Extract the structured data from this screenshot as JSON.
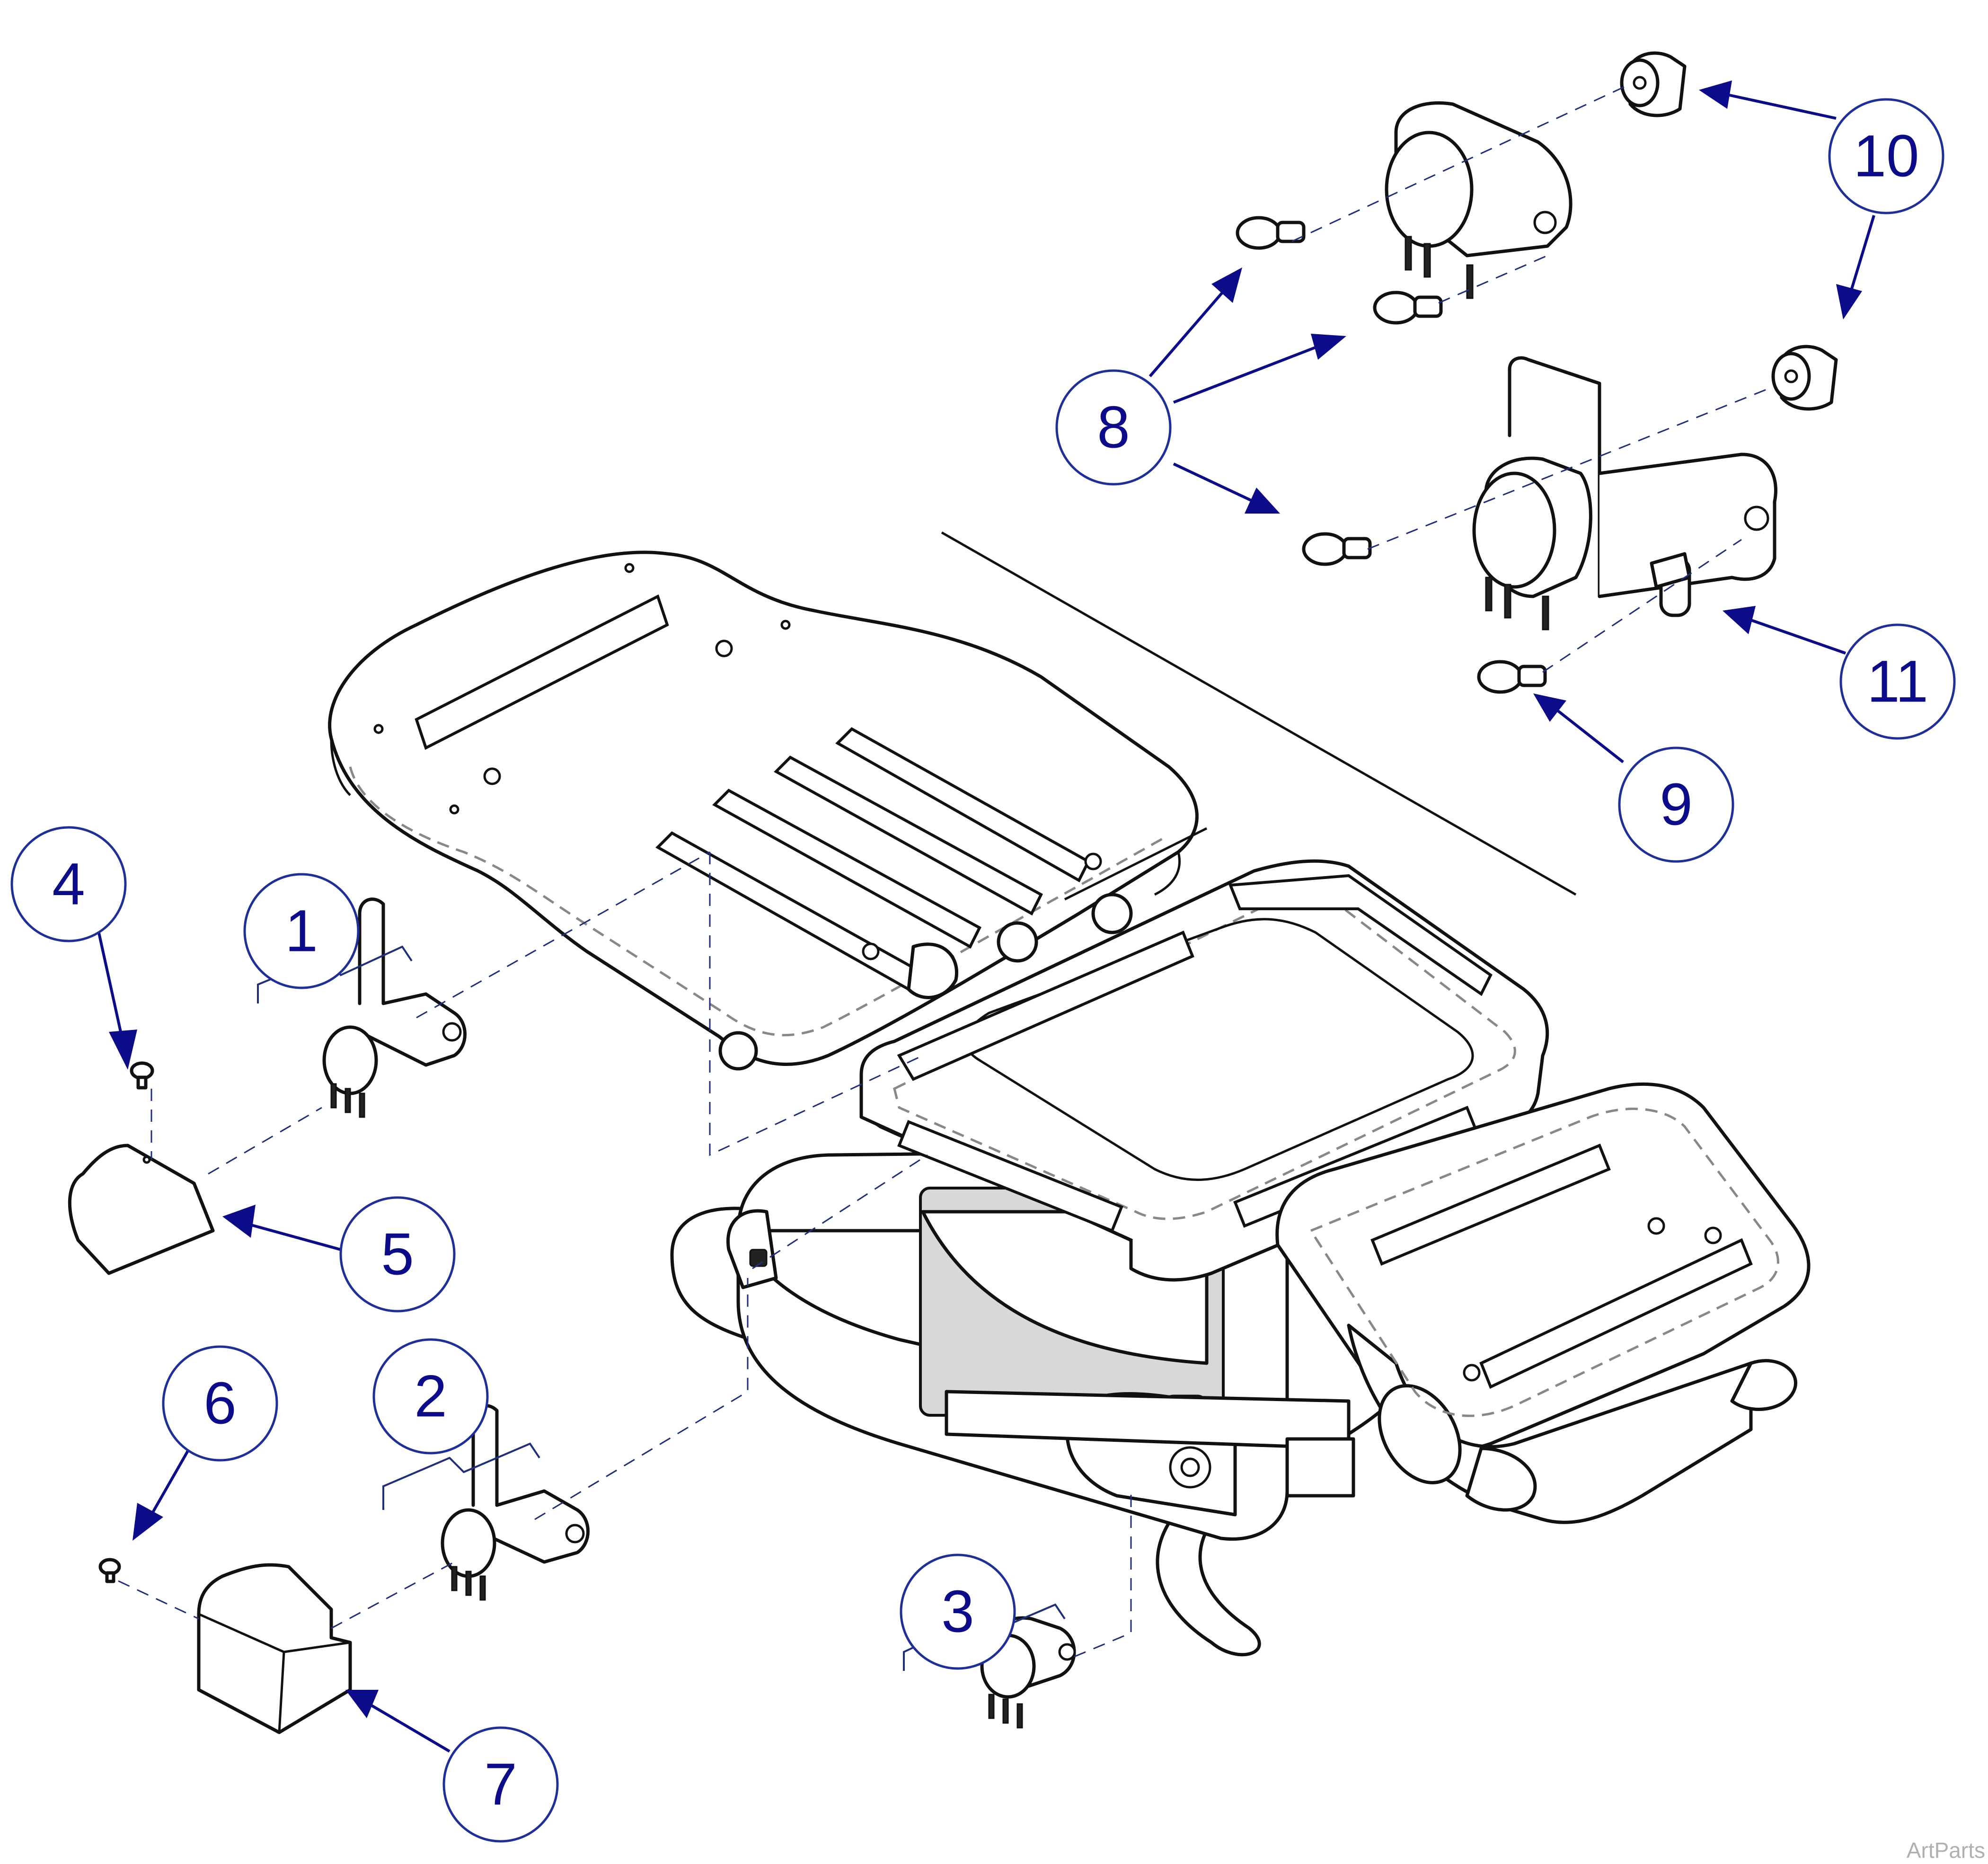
{
  "figure": {
    "callouts": [
      "1",
      "2",
      "3",
      "4",
      "5",
      "6",
      "7",
      "8",
      "9",
      "10",
      "11"
    ],
    "watermark": "ArtParts"
  },
  "colors": {
    "callout": "#0c0c8a",
    "line_art": "#111111",
    "leader": "#1f2f7a",
    "background": "#ffffff"
  }
}
